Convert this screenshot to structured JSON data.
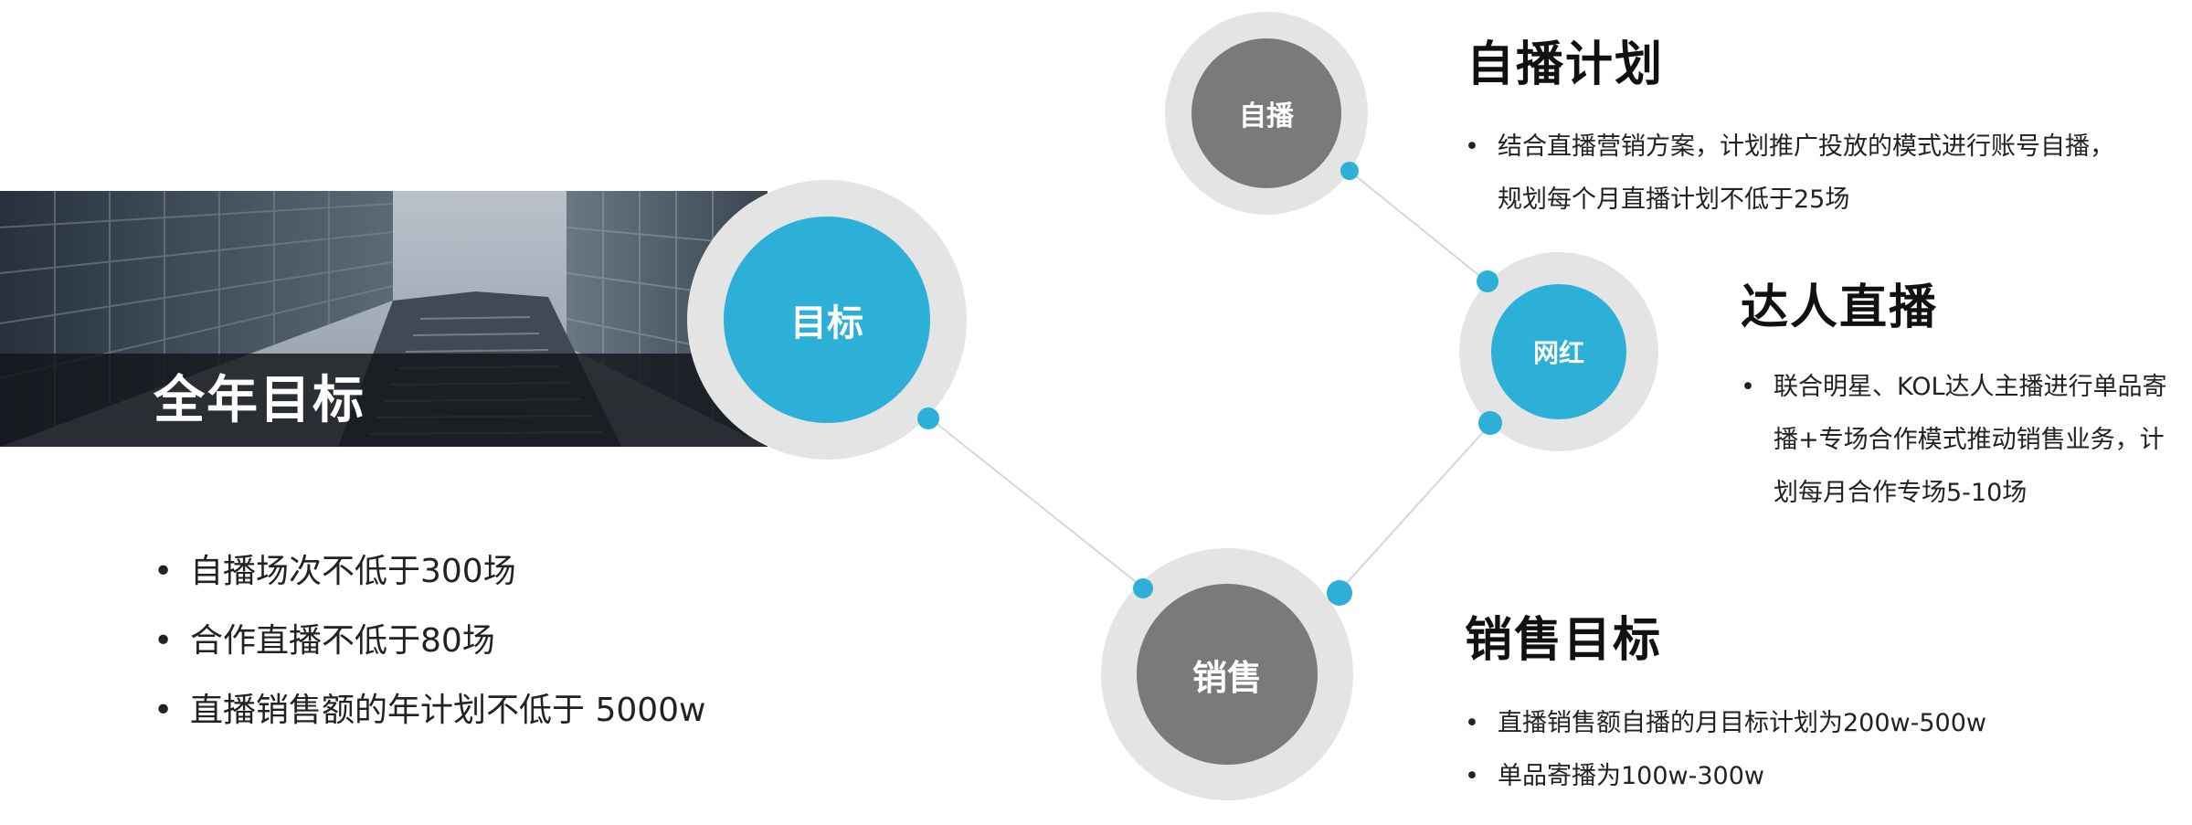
{
  "banner": {
    "title": "全年目标"
  },
  "annual_goals": [
    "自播场次不低于300场",
    "合作直播不低于80场",
    "直播销售额的年计划不低于 5000w"
  ],
  "nodes": {
    "target": "目标",
    "self_live": "自播",
    "influencer": "网红",
    "sales": "销售"
  },
  "sections": {
    "self_live": {
      "heading": "自播计划",
      "bullets": [
        "结合直播营销方案，计划推广投放的模式进行账号自播，规划每个月直播计划不低于25场"
      ]
    },
    "influencer": {
      "heading": "达人直播",
      "bullets": [
        "联合明星、KOL达人主播进行单品寄播+专场合作模式推动销售业务，计划每月合作专场5-10场"
      ]
    },
    "sales": {
      "heading": "销售目标",
      "bullets": [
        "直播销售额自播的月目标计划为200w-500w",
        "单品寄播为100w-300w"
      ]
    }
  },
  "colors": {
    "accent": "#2db0d8",
    "node_gray": "#7a7a7a",
    "ring": "#e4e4e4",
    "line": "#d6d6d6"
  }
}
